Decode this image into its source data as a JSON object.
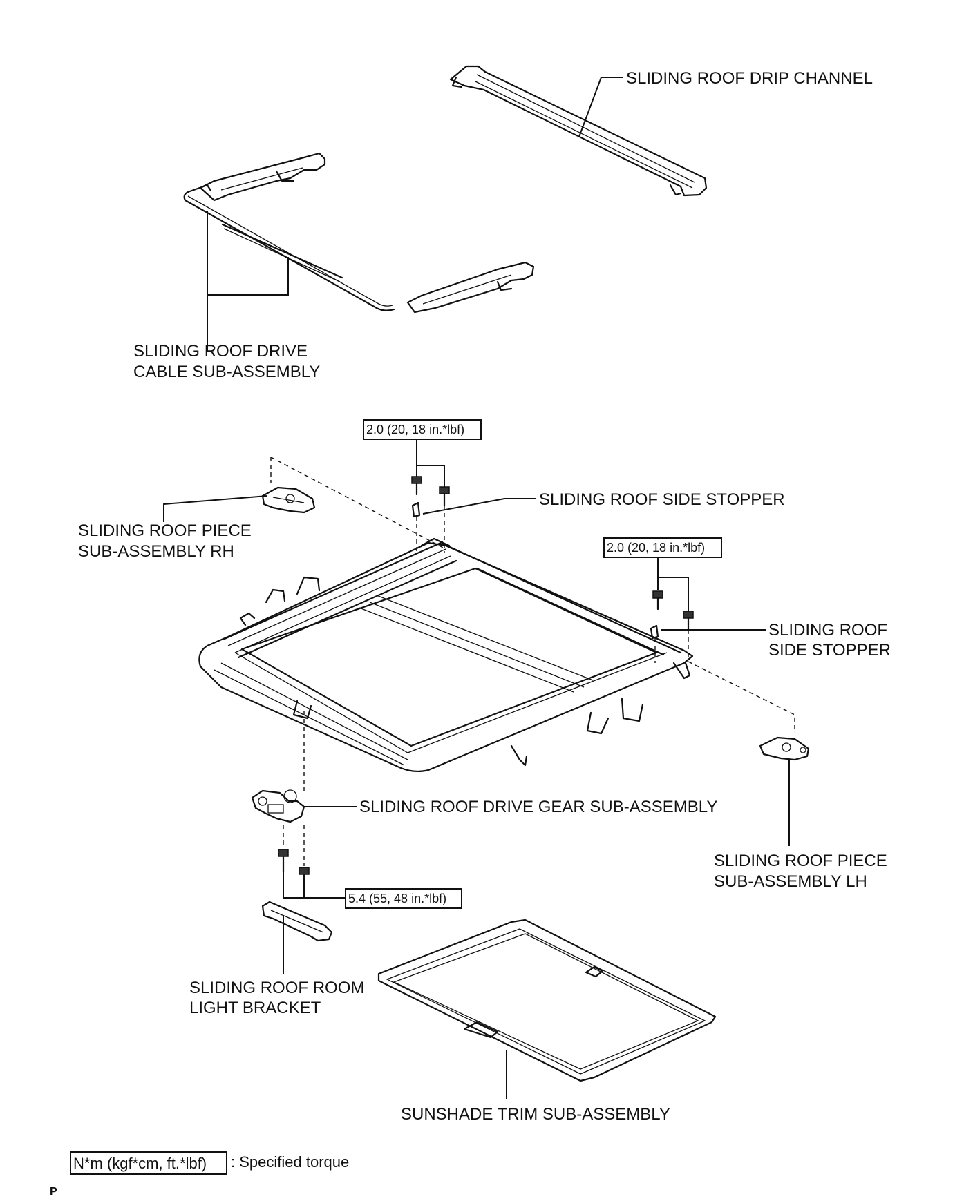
{
  "labels": {
    "drip_channel": "SLIDING ROOF DRIP CHANNEL",
    "drive_cable_line1": "SLIDING ROOF DRIVE",
    "drive_cable_line2": "CABLE SUB-ASSEMBLY",
    "side_stopper_rh": "SLIDING ROOF SIDE STOPPER",
    "piece_rh_line1": "SLIDING ROOF PIECE",
    "piece_rh_line2": "SUB-ASSEMBLY RH",
    "side_stopper_lh_line1": "SLIDING ROOF",
    "side_stopper_lh_line2": "SIDE STOPPER",
    "drive_gear": "SLIDING ROOF DRIVE GEAR SUB-ASSEMBLY",
    "piece_lh_line1": "SLIDING ROOF PIECE",
    "piece_lh_line2": "SUB-ASSEMBLY LH",
    "room_light_line1": "SLIDING ROOF ROOM",
    "room_light_line2": "LIGHT BRACKET",
    "sunshade": "SUNSHADE TRIM SUB-ASSEMBLY"
  },
  "torques": {
    "stopper_rh": "2.0 (20, 18 in.*lbf)",
    "stopper_lh": "2.0 (20, 18 in.*lbf)",
    "drive_gear": "5.4 (55, 48 in.*lbf)"
  },
  "legend": {
    "unit_box": "N*m (kgf*cm, ft.*lbf)",
    "description": ": Specified torque"
  },
  "footer": {
    "mark": "P"
  }
}
